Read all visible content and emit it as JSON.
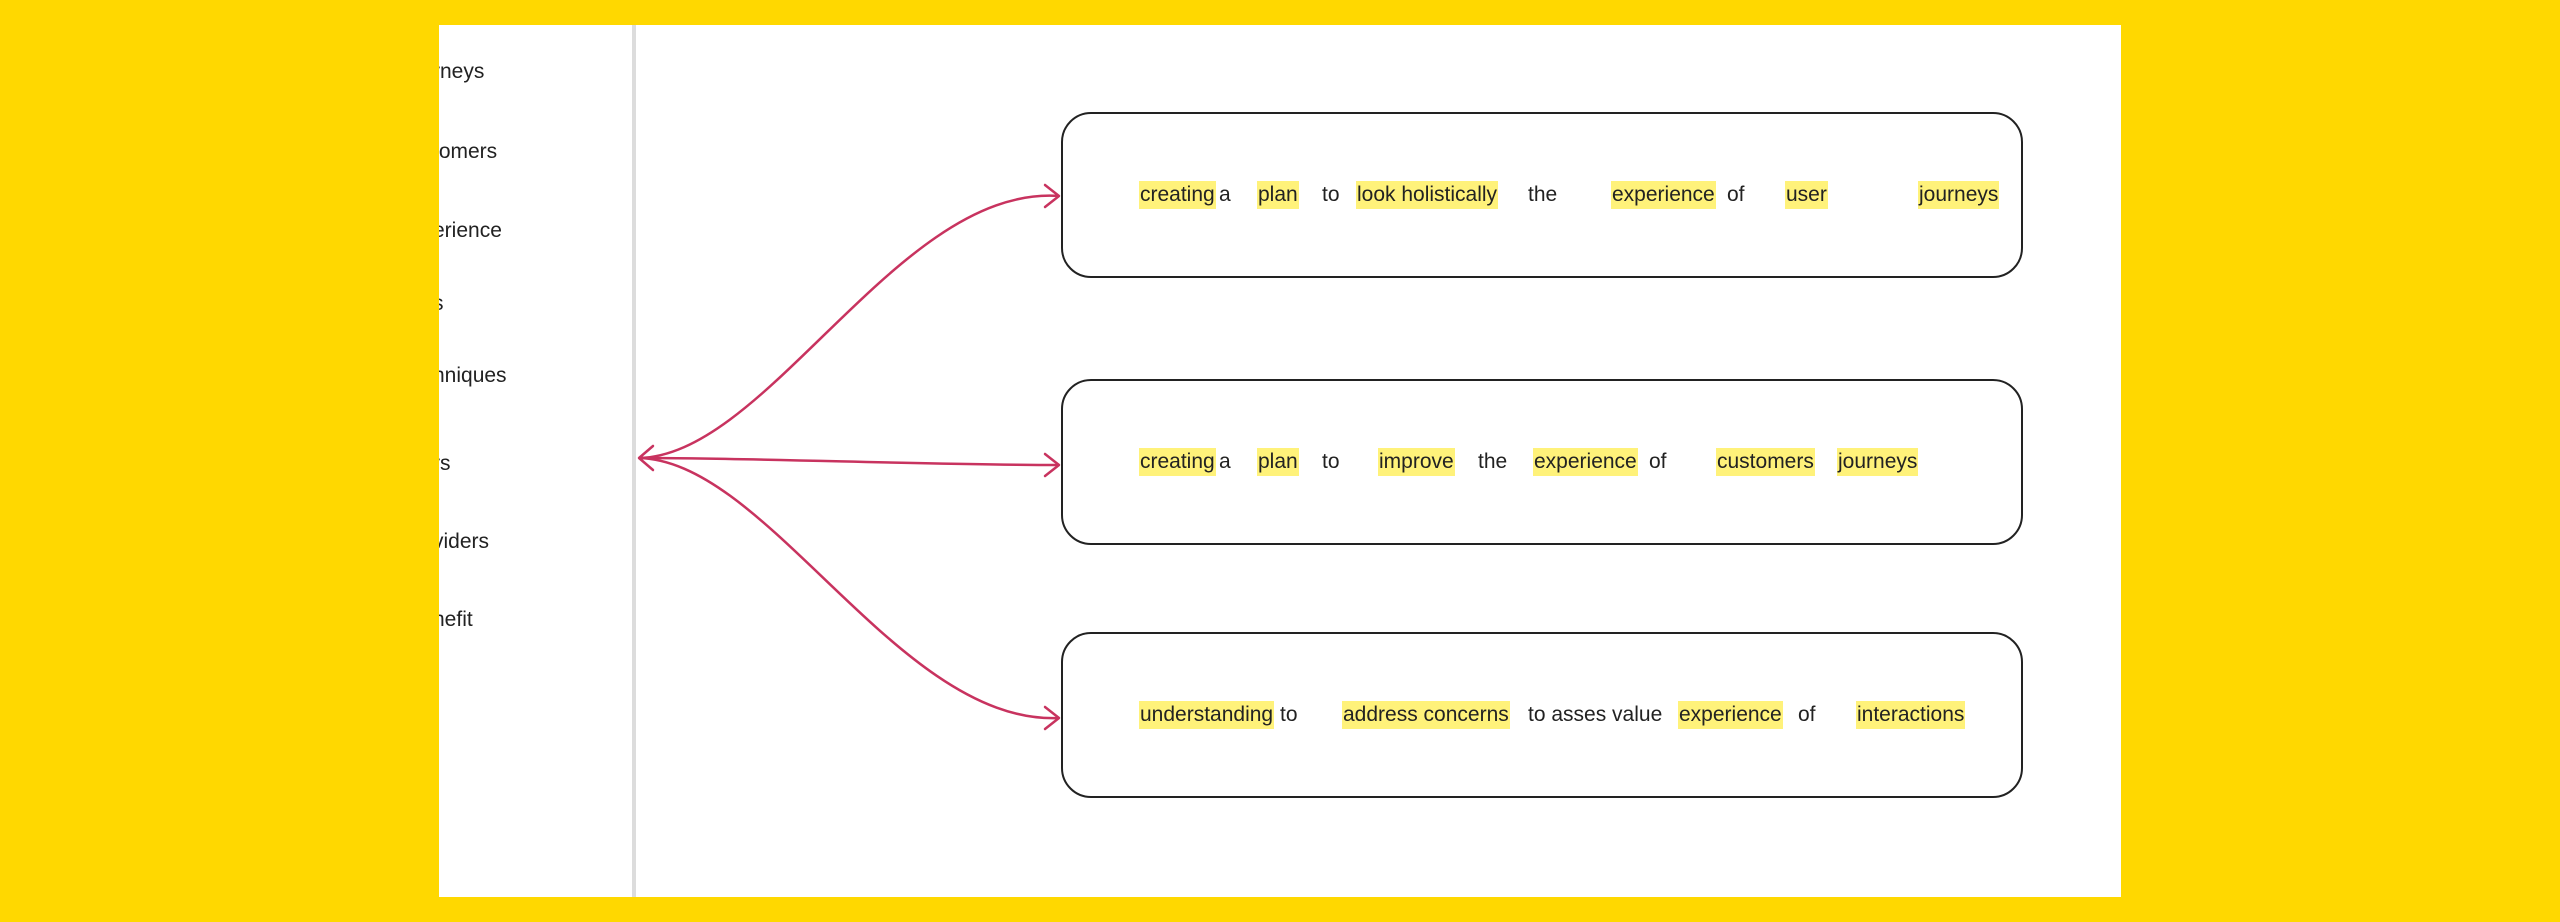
{
  "colors": {
    "background": "#FFD800",
    "highlight": "#FFF27A",
    "arrow": "#C8335F",
    "divider": "#dcdcdc"
  },
  "left_items": [
    {
      "label": "rneys"
    },
    {
      "label": "tomers"
    },
    {
      "label": "erience"
    },
    {
      "label": "s"
    },
    {
      "label": "nniques"
    },
    {
      "label": "rs"
    },
    {
      "label": "viders"
    },
    {
      "label": "nefit"
    }
  ],
  "boxes": [
    {
      "tokens": [
        {
          "text": "creating",
          "hl": true
        },
        {
          "text": "a",
          "hl": false
        },
        {
          "text": "plan",
          "hl": true
        },
        {
          "text": "to",
          "hl": false
        },
        {
          "text": "look holistically",
          "hl": true
        },
        {
          "text": "the",
          "hl": false
        },
        {
          "text": "experience",
          "hl": true
        },
        {
          "text": "of",
          "hl": false
        },
        {
          "text": "user",
          "hl": true
        },
        {
          "text": "journeys",
          "hl": true
        }
      ]
    },
    {
      "tokens": [
        {
          "text": "creating",
          "hl": true
        },
        {
          "text": "a",
          "hl": false
        },
        {
          "text": "plan",
          "hl": true
        },
        {
          "text": "to",
          "hl": false
        },
        {
          "text": "improve",
          "hl": true
        },
        {
          "text": "the",
          "hl": false
        },
        {
          "text": "experience",
          "hl": true
        },
        {
          "text": "of",
          "hl": false
        },
        {
          "text": "customers",
          "hl": true
        },
        {
          "text": "journeys",
          "hl": true
        }
      ]
    },
    {
      "tokens": [
        {
          "text": "understanding",
          "hl": true
        },
        {
          "text": "to",
          "hl": false
        },
        {
          "text": "address concerns",
          "hl": true
        },
        {
          "text": "to asses value",
          "hl": false
        },
        {
          "text": "experience",
          "hl": true
        },
        {
          "text": "of",
          "hl": false
        },
        {
          "text": "interactions",
          "hl": true
        }
      ]
    }
  ]
}
